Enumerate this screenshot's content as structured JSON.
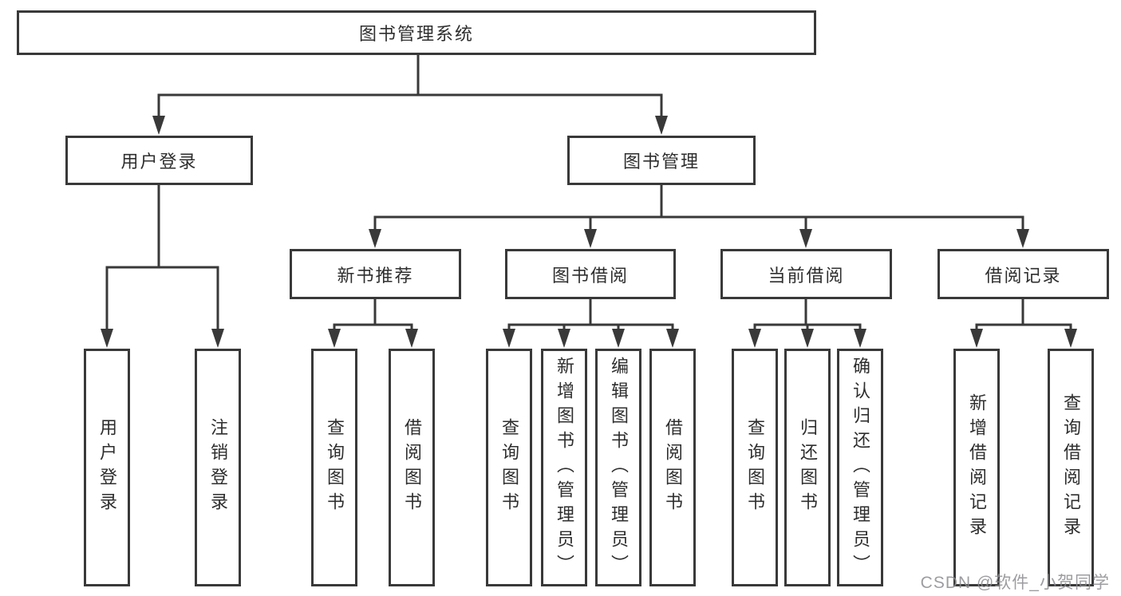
{
  "diagram": {
    "root": {
      "label": "图书管理系统"
    },
    "user_login": {
      "label": "用户登录",
      "children": [
        {
          "label": "用户登录"
        },
        {
          "label": "注销登录"
        }
      ]
    },
    "book_mgmt": {
      "label": "图书管理",
      "modules": [
        {
          "label": "新书推荐",
          "children": [
            {
              "label": "查询图书"
            },
            {
              "label": "借阅图书"
            }
          ]
        },
        {
          "label": "图书借阅",
          "children": [
            {
              "label": "查询图书"
            },
            {
              "label": "新增图书（管理员）"
            },
            {
              "label": "编辑图书（管理员）"
            },
            {
              "label": "借阅图书"
            }
          ]
        },
        {
          "label": "当前借阅",
          "children": [
            {
              "label": "查询图书"
            },
            {
              "label": "归还图书"
            },
            {
              "label": "确认归还（管理员）"
            }
          ]
        },
        {
          "label": "借阅记录",
          "children": [
            {
              "label": "新增借阅记录"
            },
            {
              "label": "查询借阅记录"
            }
          ]
        }
      ]
    }
  },
  "watermark": {
    "text": "CSDN @软件_小贺同学"
  },
  "colors": {
    "line": "#393939",
    "text": "#2e2e2e",
    "watermark": "#8c8c91",
    "background": "#ffffff"
  }
}
